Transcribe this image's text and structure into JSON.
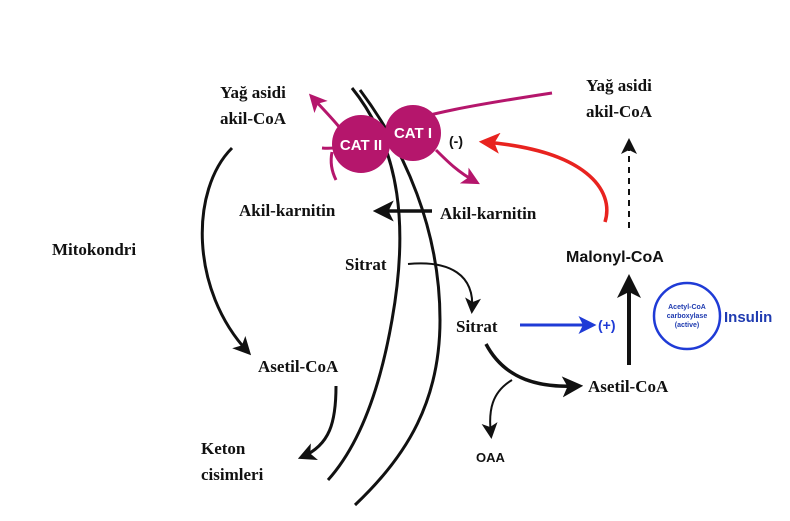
{
  "labels": {
    "fatty_acid_acylcoa_left_line1": "Yağ asidi",
    "fatty_acid_acylcoa_left_line2": "akil-CoA",
    "fatty_acid_acylcoa_right_line1": "Yağ asidi",
    "fatty_acid_acylcoa_right_line2": "akil-CoA",
    "cat1": "CAT I",
    "cat2": "CAT II",
    "inhibition": "(-)",
    "activation": "(+)",
    "acylcarnitine_inner": "Akil-karnitin",
    "acylcarnitine_outer": "Akil-karnitin",
    "mitochondria": "Mitokondri",
    "citrate_inner": "Sitrat",
    "citrate_outer": "Sitrat",
    "malonyl_coa": "Malonyl-CoA",
    "acetyl_coa_inner": "Asetil-CoA",
    "acetyl_coa_outer": "Asetil-CoA",
    "ketone_line1": "Keton",
    "ketone_line2": "cisimleri",
    "oaa": "OAA",
    "insulin": "Insulin",
    "enzyme_line1": "Acetyl-CoA",
    "enzyme_line2": "carboxylase",
    "enzyme_line3": "(active)"
  },
  "colors": {
    "cat": "#b5166c",
    "inhibition_arrow": "#e8231f",
    "insulin_arrow": "#1f3bd6",
    "insulin_text": "#1f3bb0",
    "ink": "#111111"
  }
}
